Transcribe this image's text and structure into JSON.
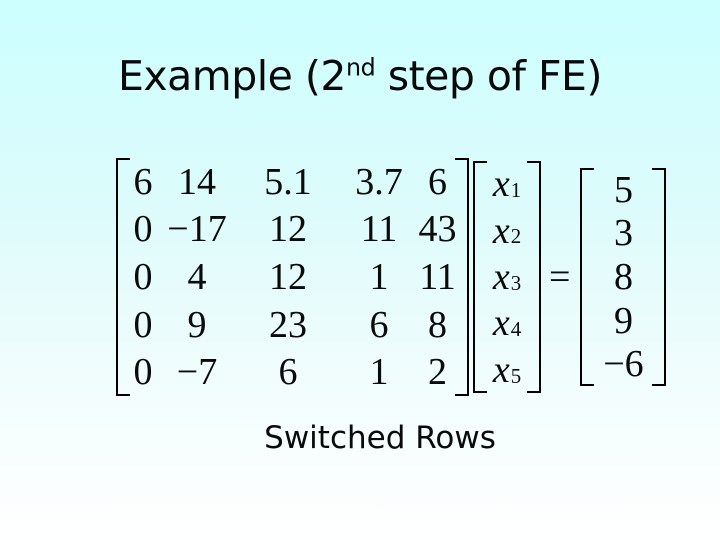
{
  "slide": {
    "background_top_color": "#ccffff",
    "background_bottom_color": "#ffffff",
    "text_color": "#0a0a0a",
    "title": {
      "pre": "Example (2",
      "sup": "nd",
      "post": " step of FE)"
    },
    "caption": "Switched Rows"
  },
  "equation": {
    "matrix": {
      "rows": [
        [
          "6",
          "14",
          "5.1",
          "3.7",
          "6"
        ],
        [
          "0",
          "−17",
          "12",
          "11",
          "43"
        ],
        [
          "0",
          "4",
          "12",
          "1",
          "11"
        ],
        [
          "0",
          "9",
          "23",
          "6",
          "8"
        ],
        [
          "0",
          "−7",
          "6",
          "1",
          "2"
        ]
      ]
    },
    "unknowns": [
      {
        "base": "x",
        "sub": "1"
      },
      {
        "base": "x",
        "sub": "2"
      },
      {
        "base": "x",
        "sub": "3"
      },
      {
        "base": "x",
        "sub": "4"
      },
      {
        "base": "x",
        "sub": "5"
      }
    ],
    "equals_sign": "=",
    "result": [
      "5",
      "3",
      "8",
      "9",
      "−6"
    ]
  }
}
